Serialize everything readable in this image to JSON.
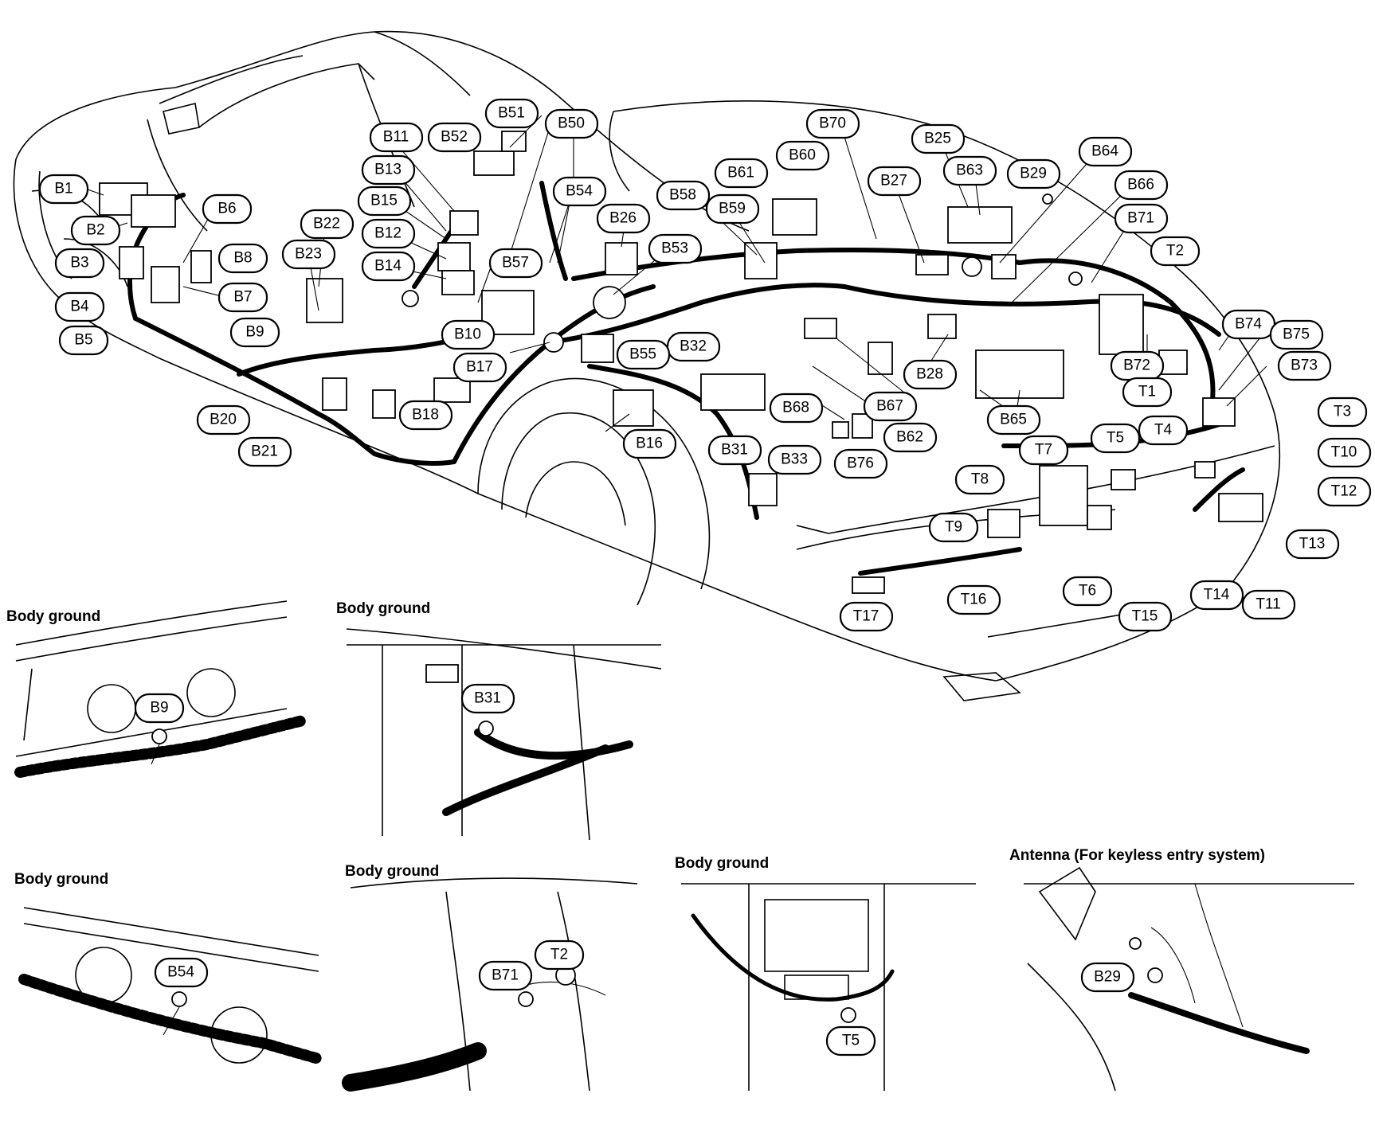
{
  "main_diagram": {
    "labels": [
      {
        "id": "b1",
        "text": "B1"
      },
      {
        "id": "b2",
        "text": "B2"
      },
      {
        "id": "b3",
        "text": "B3"
      },
      {
        "id": "b4",
        "text": "B4"
      },
      {
        "id": "b5",
        "text": "B5"
      },
      {
        "id": "b6",
        "text": "B6"
      },
      {
        "id": "b7",
        "text": "B7"
      },
      {
        "id": "b8",
        "text": "B8"
      },
      {
        "id": "b9",
        "text": "B9"
      },
      {
        "id": "b10",
        "text": "B10"
      },
      {
        "id": "b11",
        "text": "B11"
      },
      {
        "id": "b12",
        "text": "B12"
      },
      {
        "id": "b13",
        "text": "B13"
      },
      {
        "id": "b14",
        "text": "B14"
      },
      {
        "id": "b15",
        "text": "B15"
      },
      {
        "id": "b16",
        "text": "B16"
      },
      {
        "id": "b17",
        "text": "B17"
      },
      {
        "id": "b18",
        "text": "B18"
      },
      {
        "id": "b20",
        "text": "B20"
      },
      {
        "id": "b21",
        "text": "B21"
      },
      {
        "id": "b22",
        "text": "B22"
      },
      {
        "id": "b23",
        "text": "B23"
      },
      {
        "id": "b25",
        "text": "B25"
      },
      {
        "id": "b26",
        "text": "B26"
      },
      {
        "id": "b27",
        "text": "B27"
      },
      {
        "id": "b28",
        "text": "B28"
      },
      {
        "id": "b29",
        "text": "B29"
      },
      {
        "id": "b31",
        "text": "B31"
      },
      {
        "id": "b32",
        "text": "B32"
      },
      {
        "id": "b33",
        "text": "B33"
      },
      {
        "id": "b50",
        "text": "B50"
      },
      {
        "id": "b51",
        "text": "B51"
      },
      {
        "id": "b52",
        "text": "B52"
      },
      {
        "id": "b53",
        "text": "B53"
      },
      {
        "id": "b54",
        "text": "B54"
      },
      {
        "id": "b55",
        "text": "B55"
      },
      {
        "id": "b57",
        "text": "B57"
      },
      {
        "id": "b58",
        "text": "B58"
      },
      {
        "id": "b59",
        "text": "B59"
      },
      {
        "id": "b60",
        "text": "B60"
      },
      {
        "id": "b61",
        "text": "B61"
      },
      {
        "id": "b62",
        "text": "B62"
      },
      {
        "id": "b63",
        "text": "B63"
      },
      {
        "id": "b64",
        "text": "B64"
      },
      {
        "id": "b65",
        "text": "B65"
      },
      {
        "id": "b66",
        "text": "B66"
      },
      {
        "id": "b67",
        "text": "B67"
      },
      {
        "id": "b68",
        "text": "B68"
      },
      {
        "id": "b70",
        "text": "B70"
      },
      {
        "id": "b71",
        "text": "B71"
      },
      {
        "id": "b72",
        "text": "B72"
      },
      {
        "id": "b73",
        "text": "B73"
      },
      {
        "id": "b74",
        "text": "B74"
      },
      {
        "id": "b75",
        "text": "B75"
      },
      {
        "id": "b76",
        "text": "B76"
      },
      {
        "id": "t1",
        "text": "T1"
      },
      {
        "id": "t2",
        "text": "T2"
      },
      {
        "id": "t3",
        "text": "T3"
      },
      {
        "id": "t4",
        "text": "T4"
      },
      {
        "id": "t5",
        "text": "T5"
      },
      {
        "id": "t6",
        "text": "T6"
      },
      {
        "id": "t7",
        "text": "T7"
      },
      {
        "id": "t8",
        "text": "T8"
      },
      {
        "id": "t9",
        "text": "T9"
      },
      {
        "id": "t10",
        "text": "T10"
      },
      {
        "id": "t11",
        "text": "T11"
      },
      {
        "id": "t12",
        "text": "T12"
      },
      {
        "id": "t13",
        "text": "T13"
      },
      {
        "id": "t14",
        "text": "T14"
      },
      {
        "id": "t15",
        "text": "T15"
      },
      {
        "id": "t16",
        "text": "T16"
      },
      {
        "id": "t17",
        "text": "T17"
      }
    ]
  },
  "insets": [
    {
      "id": "b9",
      "caption": "Body ground",
      "label": "B9"
    },
    {
      "id": "b31",
      "caption": "Body ground",
      "label": "B31"
    },
    {
      "id": "b54",
      "caption": "Body ground",
      "label": "B54"
    },
    {
      "id": "b71t2",
      "caption": "Body ground",
      "label": "B71",
      "label2": "T2"
    },
    {
      "id": "t5",
      "caption": "Body ground",
      "label": "T5"
    },
    {
      "id": "b29",
      "caption": "Antenna (For keyless entry system)",
      "label": "B29"
    }
  ]
}
